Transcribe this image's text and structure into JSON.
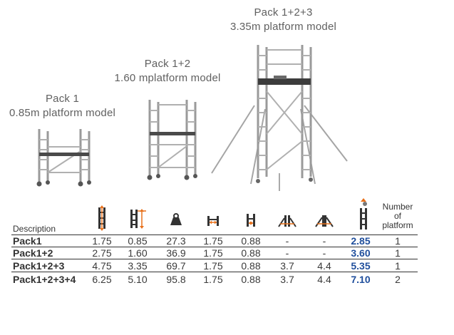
{
  "captions": [
    {
      "line1": "Pack 1",
      "line2": "0.85m platform model"
    },
    {
      "line1": "Pack 1+2",
      "line2": "1.60 mplatform model"
    },
    {
      "line1": "Pack 1+2+3",
      "line2": "3.35m platform model"
    }
  ],
  "table": {
    "description_header": "Description",
    "number_header": [
      "Number",
      "of",
      "platform"
    ],
    "icons": [
      "height-icon",
      "platform-height-icon",
      "weight-icon",
      "length-icon",
      "width-icon",
      "stabiliser-small-icon",
      "stabiliser-large-icon",
      "working-height-icon"
    ],
    "rows": [
      {
        "name": "Pack1",
        "values": [
          "1.75",
          "0.85",
          "27.3",
          "1.75",
          "0.88",
          "-",
          "-",
          "2.85",
          "1"
        ]
      },
      {
        "name": "Pack1+2",
        "values": [
          "2.75",
          "1.60",
          "36.9",
          "1.75",
          "0.88",
          "-",
          "-",
          "3.60",
          "1"
        ]
      },
      {
        "name": "Pack1+2+3",
        "values": [
          "4.75",
          "3.35",
          "69.7",
          "1.75",
          "0.88",
          "3.7",
          "4.4",
          "5.35",
          "1"
        ]
      },
      {
        "name": "Pack1+2+3+4",
        "values": [
          "6.25",
          "5.10",
          "95.8",
          "1.75",
          "0.88",
          "3.7",
          "4.4",
          "7.10",
          "2"
        ]
      }
    ]
  },
  "colors": {
    "accent": "#e8701a",
    "highlight": "#1f4e9c",
    "dark": "#333333"
  }
}
